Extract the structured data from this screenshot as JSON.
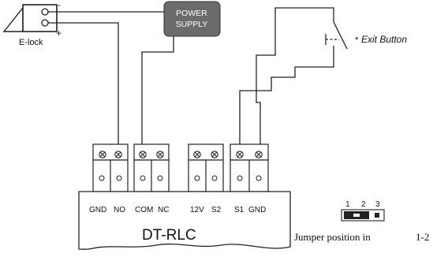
{
  "elock": {
    "label": "E-lock",
    "minus": "-",
    "plus": "+"
  },
  "power_supply": {
    "line1": "POWER",
    "line2": "SUPPLY"
  },
  "exit_button": {
    "star": "*",
    "label": "Exit Button"
  },
  "controller": {
    "name": "DT-RLC"
  },
  "terminals": {
    "gnd1": "GND",
    "no": "NO",
    "com": "COM",
    "nc": "NC",
    "v12": "12V",
    "s2": "S2",
    "s1": "S1",
    "gnd2": "GND"
  },
  "jumper": {
    "pin1": "1",
    "pin2": "2",
    "pin3": "3",
    "position_text": "Jumper position in",
    "position_value": "1-2"
  },
  "colors": {
    "power_supply_fill": "#6b6b6b",
    "line": "#222222"
  }
}
